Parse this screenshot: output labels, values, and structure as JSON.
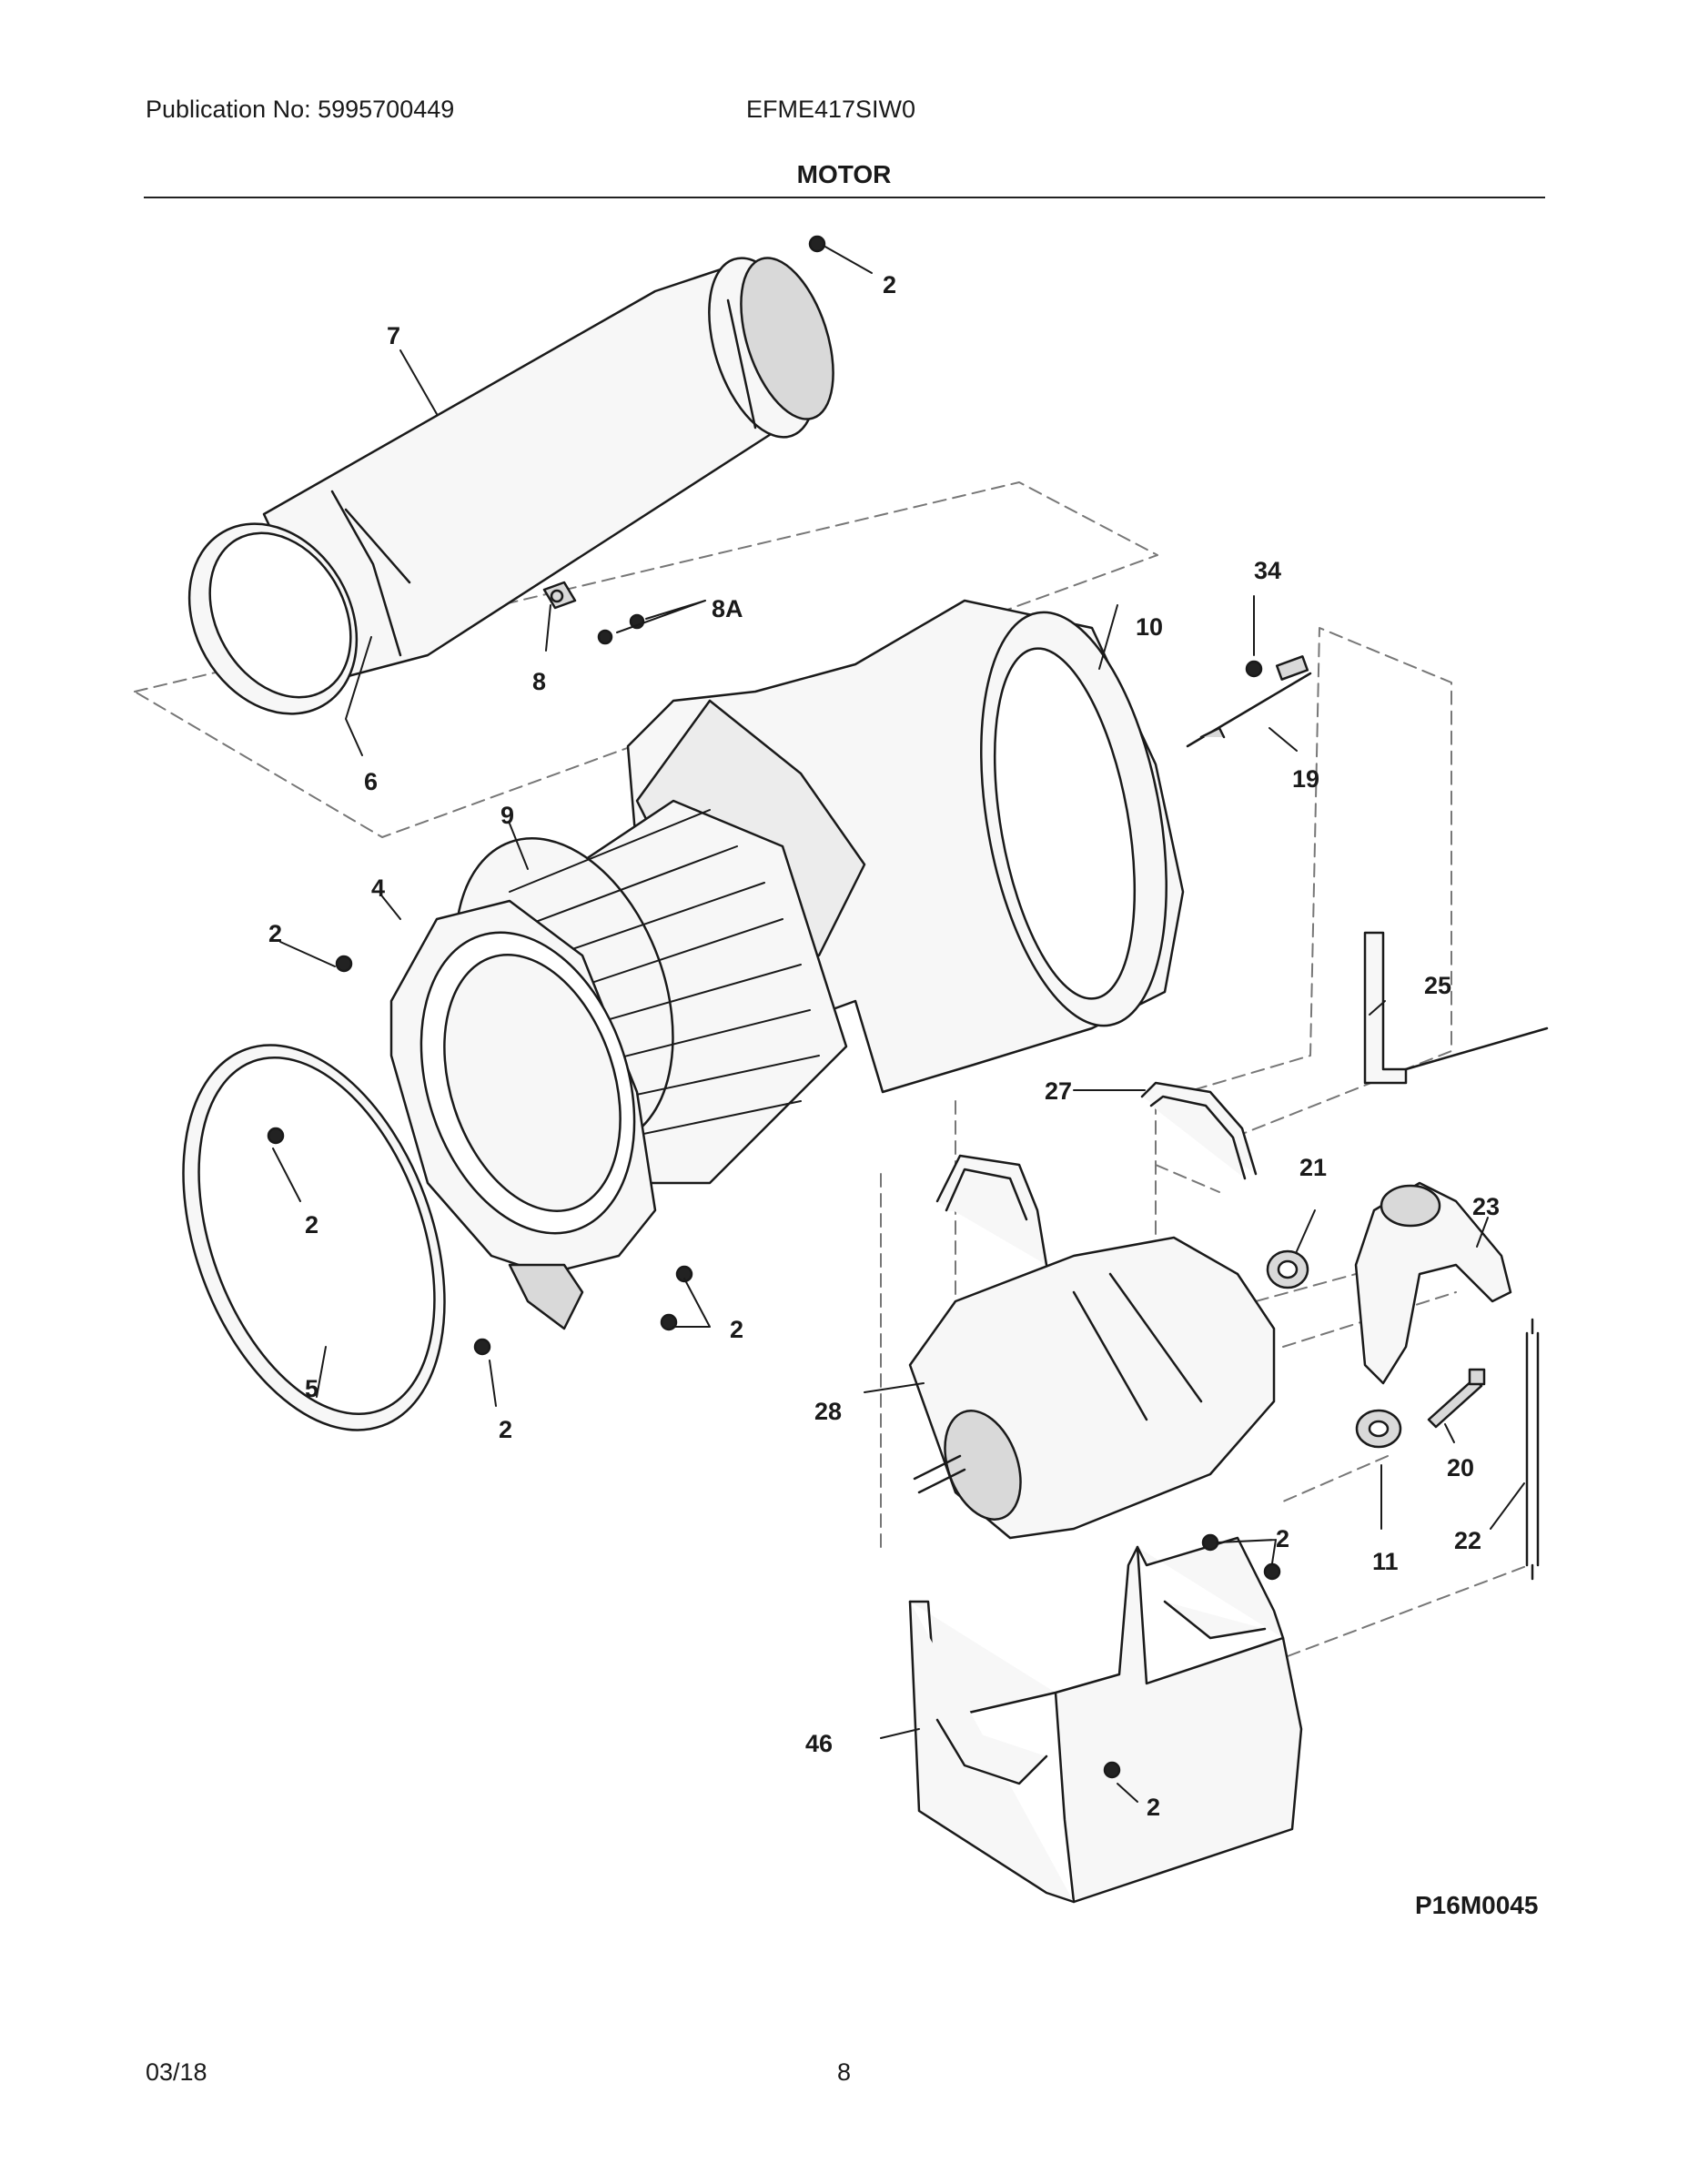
{
  "header": {
    "publication": "Publication No: 5995700449",
    "model": "EFME417SIW0",
    "section_title": "MOTOR"
  },
  "callouts": {
    "c2": "2",
    "c4": "4",
    "c5": "5",
    "c6": "6",
    "c7": "7",
    "c8": "8",
    "c8a": "8A",
    "c9": "9",
    "c10": "10",
    "c11": "11",
    "c19": "19",
    "c20": "20",
    "c21": "21",
    "c22": "22",
    "c23": "23",
    "c25": "25",
    "c27": "27",
    "c28": "28",
    "c34": "34",
    "c46": "46"
  },
  "figure_code": "P16M0045",
  "footer": {
    "date": "03/18",
    "page": "8"
  },
  "colors": {
    "line": "#1a1a1a",
    "dash": "#777777",
    "part_fill": "#f7f7f7",
    "shade": "#d9d9d9"
  }
}
